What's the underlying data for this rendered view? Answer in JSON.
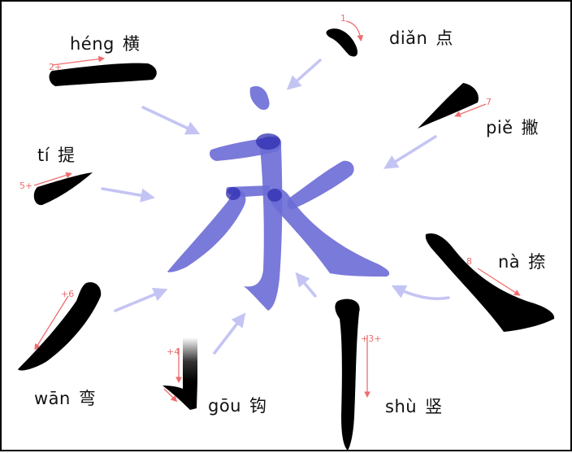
{
  "center_character": "永",
  "strokes": [
    {
      "key": "dian",
      "pinyin": "diǎn",
      "hanzi": "点",
      "order": "1"
    },
    {
      "key": "heng",
      "pinyin": "héng",
      "hanzi": "横",
      "order": "2+"
    },
    {
      "key": "shu",
      "pinyin": "shù",
      "hanzi": "竖",
      "order": "+3+"
    },
    {
      "key": "gou",
      "pinyin": "gōu",
      "hanzi": "钩",
      "order": "+4"
    },
    {
      "key": "ti",
      "pinyin": "tí",
      "hanzi": "提",
      "order": "5+"
    },
    {
      "key": "wan",
      "pinyin": "wān",
      "hanzi": "弯",
      "order": "+6"
    },
    {
      "key": "pie",
      "pinyin": "piě",
      "hanzi": "撇",
      "order": "7"
    },
    {
      "key": "na",
      "pinyin": "nà",
      "hanzi": "捺",
      "order": "8"
    }
  ],
  "colors": {
    "glyph_fill": "#6b6bd6",
    "glyph_overlap": "#2f2fb0",
    "pointer_arrow": "#c4c4f4",
    "order_mark": "#ef6d6d",
    "stroke_ink": "#000000"
  }
}
